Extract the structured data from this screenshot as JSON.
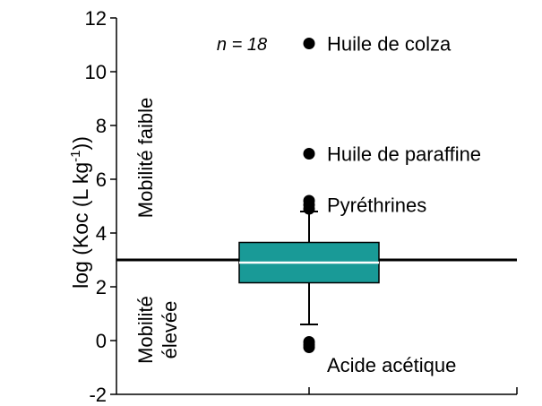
{
  "chart_data": {
    "type": "boxplot",
    "ylabel": "log (Koc (L kg",
    "ylabel_sup": "-1",
    "ylabel_end": "))",
    "ylim": [
      -2,
      12
    ],
    "yticks": [
      -2,
      0,
      2,
      4,
      6,
      8,
      10,
      12
    ],
    "grid": false,
    "sample_label": "n = 18",
    "box": {
      "q1": 2.15,
      "median": 2.9,
      "q3": 3.65,
      "whisker_low": 0.6,
      "whisker_high": 4.8,
      "color": "#199a97"
    },
    "outliers": [
      11.05,
      6.95,
      5.2,
      5.05,
      4.9,
      -0.05,
      -0.15,
      -0.25
    ],
    "threshold": 3,
    "annotations": [
      {
        "text": "Huile de colza",
        "y": 11.05
      },
      {
        "text": "Huile de paraffine",
        "y": 6.95
      },
      {
        "text": "Pyréthrines",
        "y": 5.05
      },
      {
        "text": "Acide acétique",
        "y": -0.9
      }
    ],
    "zones": {
      "low": "Mobilité faible",
      "high_line1": "Mobilité",
      "high_line2": "élevée"
    }
  }
}
